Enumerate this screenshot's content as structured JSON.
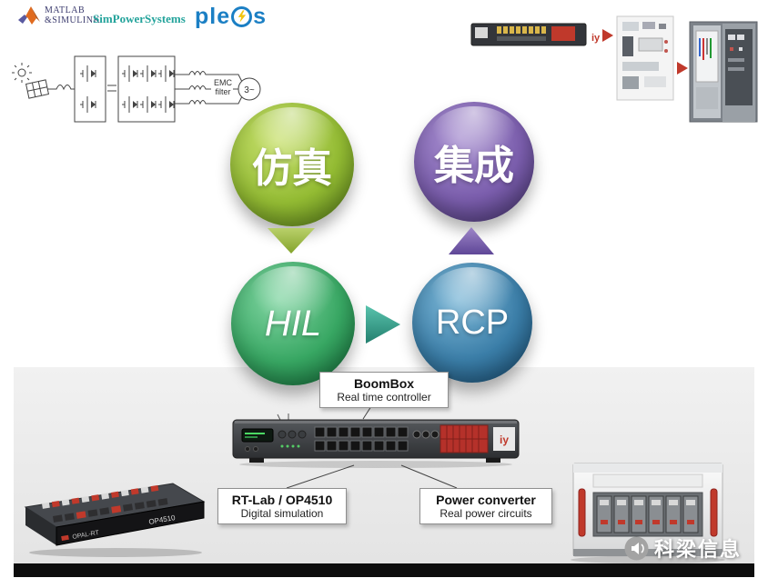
{
  "logos": {
    "matlab": {
      "line1": "MATLAB",
      "line2": "&SIMULINK"
    },
    "simpowersystems": "SimPowerSystems",
    "plecs": {
      "before": "ple",
      "after": "s"
    }
  },
  "schematic": {
    "emc_line1": "EMC",
    "emc_line2": "filter",
    "grid_symbol": "3~"
  },
  "flow": {
    "simulation_label": "仿真",
    "integration_label": "集成",
    "hil_label": "HIL",
    "rcp_label": "RCP"
  },
  "callouts": {
    "boombox_title": "BoomBox",
    "boombox_subtitle": "Real time controller",
    "rtlab_title": "RT-Lab / OP4510",
    "rtlab_subtitle": "Digital simulation",
    "power_title": "Power converter",
    "power_subtitle": "Real power circuits"
  },
  "devices": {
    "imperix_logo": "iy",
    "opal_brand": "OPAL-RT",
    "opal_model": "OP4510"
  },
  "watermark": {
    "text": "科梁信息"
  },
  "colors": {
    "simulation_green": "#93bb33",
    "integration_purple": "#7b5ead",
    "hil_green": "#38a763",
    "rcp_blue": "#3b7ea8",
    "arrow_teal": "#2f9e89",
    "plecs_blue": "#1b7fc4",
    "simpower_teal": "#23a39b",
    "accent_red": "#c0392b",
    "band_gray": "#ebebeb"
  }
}
